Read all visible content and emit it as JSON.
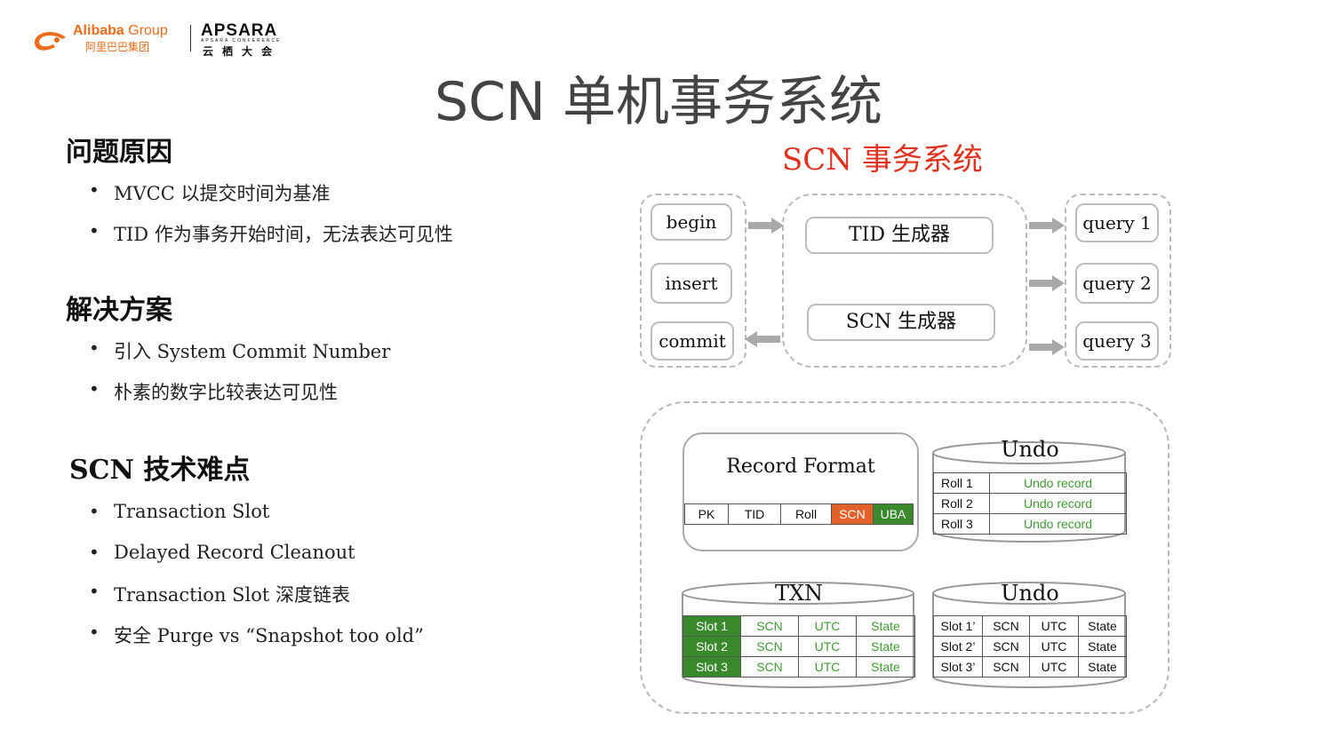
{
  "logos": {
    "alibaba_brand": "Alibaba",
    "alibaba_group": " Group",
    "alibaba_cn": "阿里巴巴集团",
    "apsara": "APSARA",
    "apsara_sub": "APSARA CONFERENCE",
    "apsara_cn": "云栖大会"
  },
  "title": "SCN 单机事务系统",
  "left": {
    "sections": [
      {
        "heading": "问题原因",
        "bullets": [
          "MVCC 以提交时间为基准",
          "TID 作为事务开始时间，无法表达可见性"
        ]
      },
      {
        "heading": "解决方案",
        "bullets": [
          "引入 System Commit Number",
          "朴素的数字比较表达可见性"
        ]
      },
      {
        "heading": "SCN 技术难点",
        "bullets": [
          "Transaction Slot",
          "Delayed Record Cleanout",
          "Transaction Slot 深度链表",
          "安全 Purge vs “Snapshot too old”"
        ]
      }
    ]
  },
  "diagram": {
    "title": "SCN 事务系统",
    "ops": [
      "begin",
      "insert",
      "commit"
    ],
    "generators": [
      "TID 生成器",
      "SCN 生成器"
    ],
    "queries": [
      "query 1",
      "query 2",
      "query 3"
    ],
    "record_format": {
      "title": "Record Format",
      "fields": [
        "PK",
        "TID",
        "Roll",
        "SCN",
        "UBA"
      ]
    },
    "undo_top": {
      "title": "Undo",
      "rows": [
        [
          "Roll 1",
          "Undo record"
        ],
        [
          "Roll 2",
          "Undo record"
        ],
        [
          "Roll 3",
          "Undo record"
        ]
      ]
    },
    "txn": {
      "title": "TXN",
      "rows": [
        [
          "Slot 1",
          "SCN",
          "UTC",
          "State"
        ],
        [
          "Slot 2",
          "SCN",
          "UTC",
          "State"
        ],
        [
          "Slot 3",
          "SCN",
          "UTC",
          "State"
        ]
      ]
    },
    "undo_bottom": {
      "title": "Undo",
      "rows": [
        [
          "Slot 1’",
          "SCN",
          "UTC",
          "State"
        ],
        [
          "Slot 2’",
          "SCN",
          "UTC",
          "State"
        ],
        [
          "Slot 3’",
          "SCN",
          "UTC",
          "State"
        ]
      ]
    },
    "colors": {
      "title_red": "#e0321e",
      "green": "#3a8a2d",
      "orange": "#e2612a",
      "text_green": "#3f9c32"
    }
  }
}
